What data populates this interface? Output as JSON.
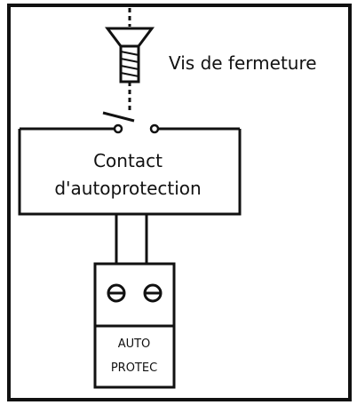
{
  "labels": {
    "screw": "Vis de fermeture",
    "contact_line1": "Contact",
    "contact_line2": "d'autoprotection",
    "terminal_line1": "AUTO",
    "terminal_line2": "PROTEC"
  },
  "colors": {
    "stroke": "#111111",
    "background": "#ffffff"
  }
}
